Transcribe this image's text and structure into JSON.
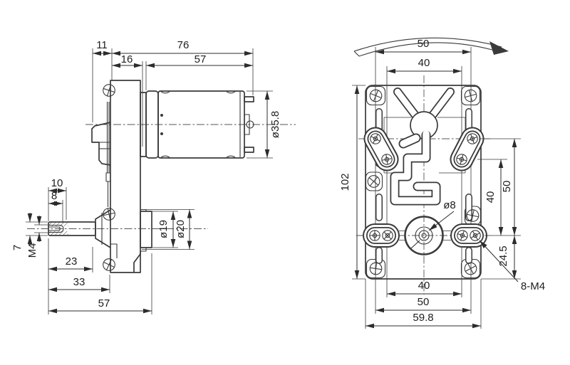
{
  "meta": {
    "bg_color": "#ffffff",
    "line_color": "#3a3a3a",
    "text_color": "#1e1e1e",
    "drawing_kind": "gear motor dimensional drawing"
  },
  "side_view": {
    "top_dims": {
      "hub_offset": "11",
      "overall_motor": "76",
      "gearbox_depth": "16",
      "motor_length": "57"
    },
    "motor_diameter": "ø35.8",
    "shaft_dims": {
      "flat_length": "10",
      "thread_depth": "8",
      "shaft_diameter": "7",
      "thread_size": "M4"
    },
    "bottom_dims": {
      "tip_to_hub": "23",
      "tip_to_plate": "33",
      "tip_to_boss": "57"
    },
    "boss_dims": {
      "inner_diameter": "ø19",
      "outer_diameter": "ø20"
    }
  },
  "front_view": {
    "top_dims": {
      "outer_span": "50",
      "inner_span": "40"
    },
    "plate_height": "102",
    "right_dims": {
      "inner_span": "40",
      "outer_span": "50",
      "center_to_bottom": "24.5"
    },
    "labels": {
      "shaft_hole": "ø8",
      "mounting_holes": "8-M4"
    },
    "bottom_dims": {
      "inner_span": "40",
      "outer_span": "50",
      "plate_width": "59.8"
    }
  }
}
